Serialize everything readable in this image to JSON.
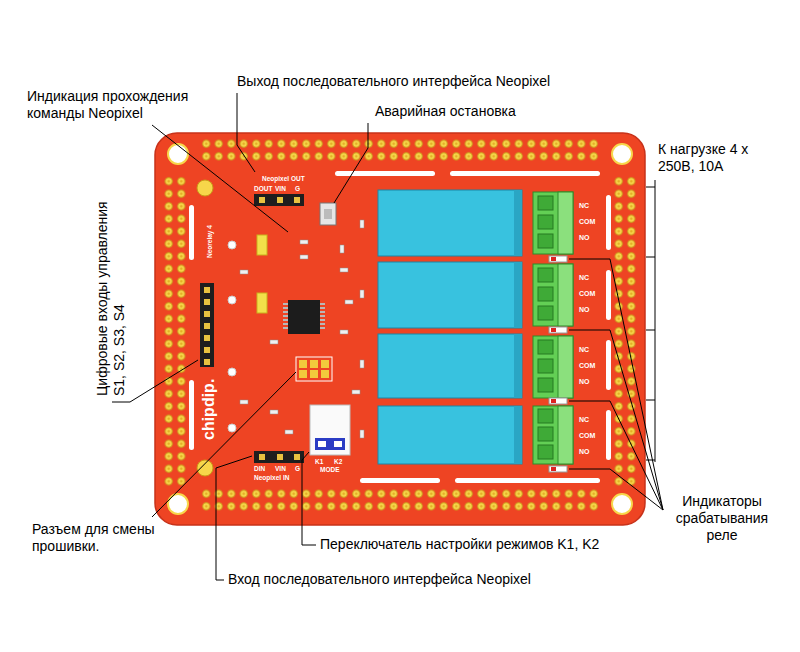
{
  "diagram": {
    "labels": [
      "Выход последовательного интерфейса Neopixel",
      "Индикация прохождения команды Neopixel",
      "Аварийная остановка",
      "К нагрузке 4 х 250В, 10А",
      "Цифровые входы управления S1, S2, S3, S4",
      "Разъем для смены прошивки.",
      "Переключатель настройки режимов K1, K2",
      "Вход последовательного интерфейса Neopixel",
      "Индикаторы срабатывания реле",
      "Neopixel OUT",
      "DOUT",
      "VIN",
      "G",
      "Neorelay 4",
      "chipdip.",
      "NC",
      "COM",
      "NO",
      "NC",
      "COM",
      "NO",
      "NC",
      "COM",
      "NO",
      "NC",
      "COM",
      "NO",
      "DIN",
      "VIN",
      "G",
      "Neopixel IN",
      "K1",
      "K2",
      "MODE"
    ]
  }
}
